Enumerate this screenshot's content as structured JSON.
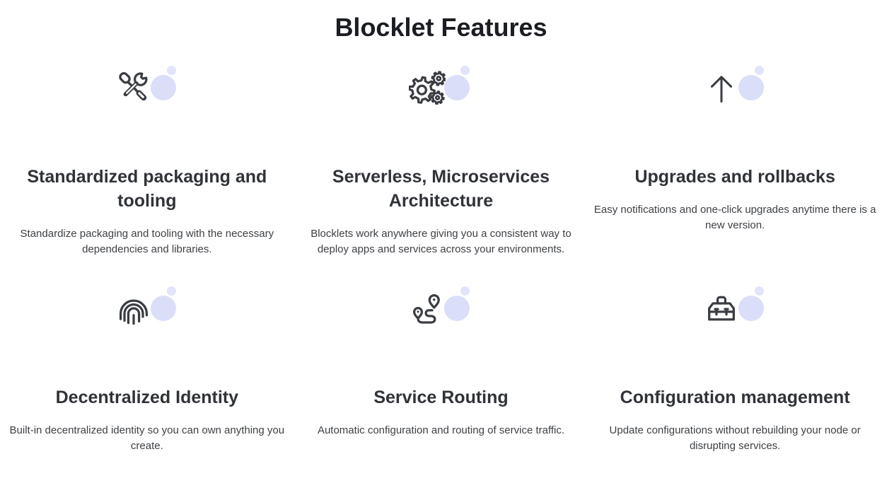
{
  "page": {
    "title": "Blocklet Features"
  },
  "theme": {
    "background": "#ffffff",
    "heading_color": "#1b1d22",
    "title_color": "#303338",
    "desc_color": "#3e4145",
    "icon_stroke": "#3a3d42",
    "accent_circle": "#dbdef8",
    "accent_dot": "#e1e4fa"
  },
  "features": [
    {
      "icon": "tools-icon",
      "title": "Standardized packaging and tooling",
      "description": "Standardize packaging and tooling with the necessary dependencies and libraries."
    },
    {
      "icon": "gears-icon",
      "title": "Serverless, Microservices Architecture",
      "description": "Blocklets work anywhere giving you a consistent way to deploy apps and services across your environments."
    },
    {
      "icon": "up-arrow-icon",
      "title": "Upgrades and rollbacks",
      "description": "Easy notifications and one-click upgrades anytime there is a new version."
    },
    {
      "icon": "fingerprint-icon",
      "title": "Decentralized Identity",
      "description": "Built-in decentralized identity so you can own anything you create."
    },
    {
      "icon": "route-icon",
      "title": "Service Routing",
      "description": "Automatic configuration and routing of service traffic."
    },
    {
      "icon": "toolbox-icon",
      "title": "Configuration management",
      "description": "Update configurations without rebuilding your node or disrupting services."
    }
  ]
}
